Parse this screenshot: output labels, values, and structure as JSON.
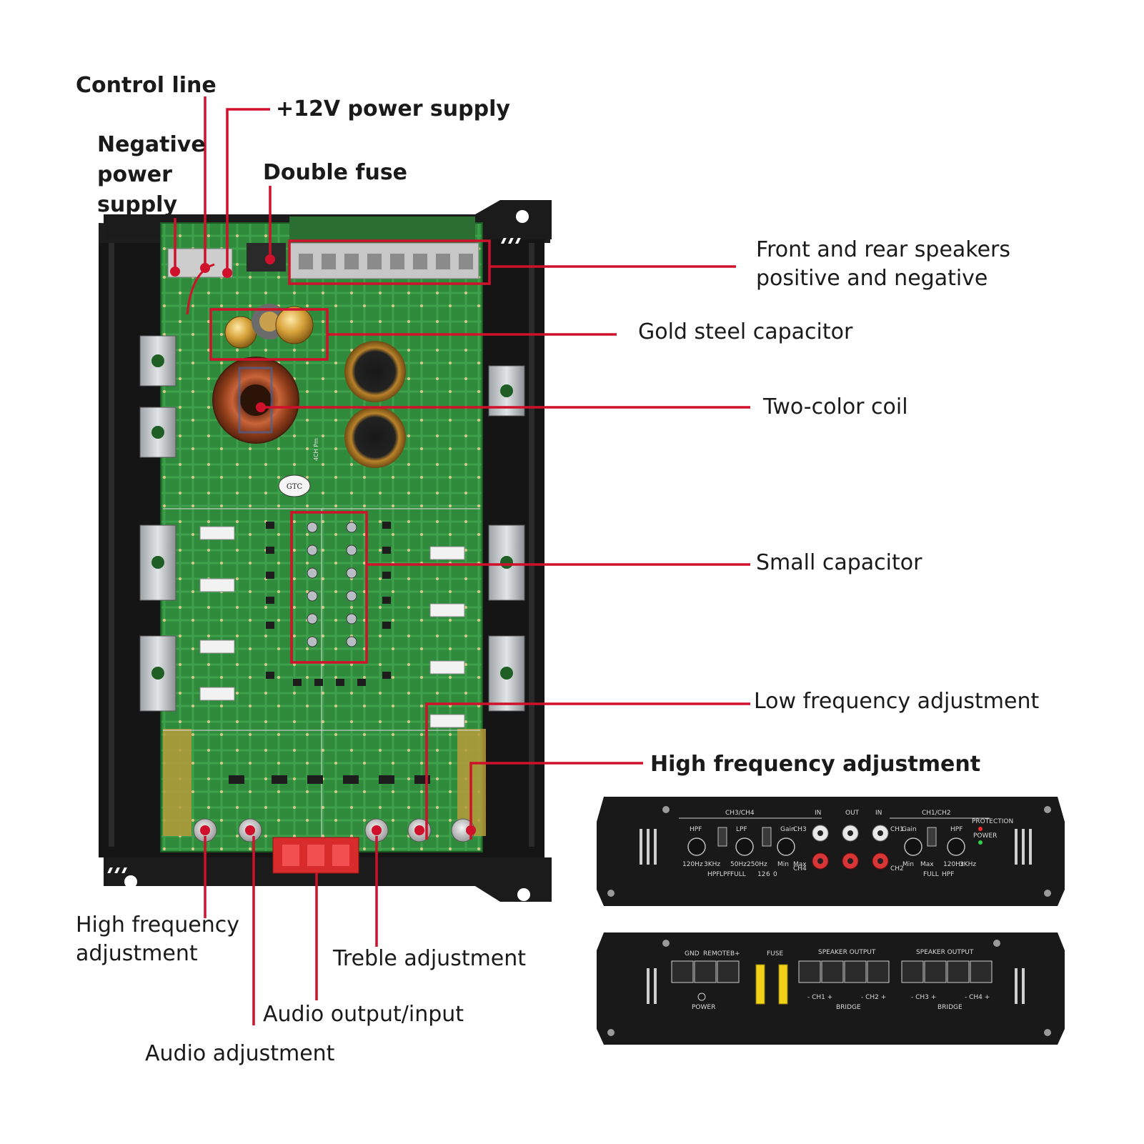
{
  "callouts": {
    "control_line": "Control line",
    "power_12v": "+12V power supply",
    "negative_power": "Negative power supply",
    "double_fuse": "Double fuse",
    "speakers": "Front and rear speakers positive and negative",
    "gold_capacitor": "Gold steel capacitor",
    "two_color_coil": "Two-color coil",
    "small_capacitor": "Small capacitor",
    "low_freq": "Low frequency adjustment",
    "high_freq_right": "High frequency adjustment",
    "high_freq_left": "High frequency adjustment",
    "treble": "Treble adjustment",
    "audio_io": "Audio output/input",
    "audio_adj": "Audio adjustment"
  },
  "board_text": {
    "brand_oval": "GTC",
    "part_mark": "4CH Pm"
  },
  "front_panel": {
    "group_left": "CH3/CH4",
    "group_right": "CH1/CH2",
    "in_left": "IN",
    "out": "OUT",
    "in_right": "IN",
    "hpf": "HPF",
    "lpf": "LPF",
    "gain": "Gain",
    "ch3": "CH3",
    "ch4": "CH4",
    "ch1": "CH1",
    "ch2": "CH2",
    "protection": "PROTECTION",
    "power": "POWER",
    "f_120": "120Hz",
    "f_3k": "3KHz",
    "f_50": "50Hz",
    "f_250": "250Hz",
    "mode_hpf": "HPF",
    "mode_lpf": "LPF",
    "mode_full": "FULL",
    "db_12": "12",
    "db_6": "6",
    "db_0": "0",
    "min": "Min",
    "max": "Max"
  },
  "rear_panel": {
    "gnd": "GND",
    "remote": "REMOTE",
    "bplus": "B+",
    "fuse": "FUSE",
    "speaker_output_1": "SPEAKER OUTPUT",
    "speaker_output_2": "SPEAKER OUTPUT",
    "power": "POWER",
    "ch1_plus": "- CH1 +",
    "ch2_plus": "- CH2 +",
    "ch3_plus": "- CH3 +",
    "ch4_plus": "- CH4 +",
    "bridge_1": "BRIDGE",
    "bridge_2": "BRIDGE"
  },
  "colors": {
    "callout_red": "#d0112b",
    "board_green": "#2e8a3a",
    "chassis_black": "#1b1b1b"
  }
}
